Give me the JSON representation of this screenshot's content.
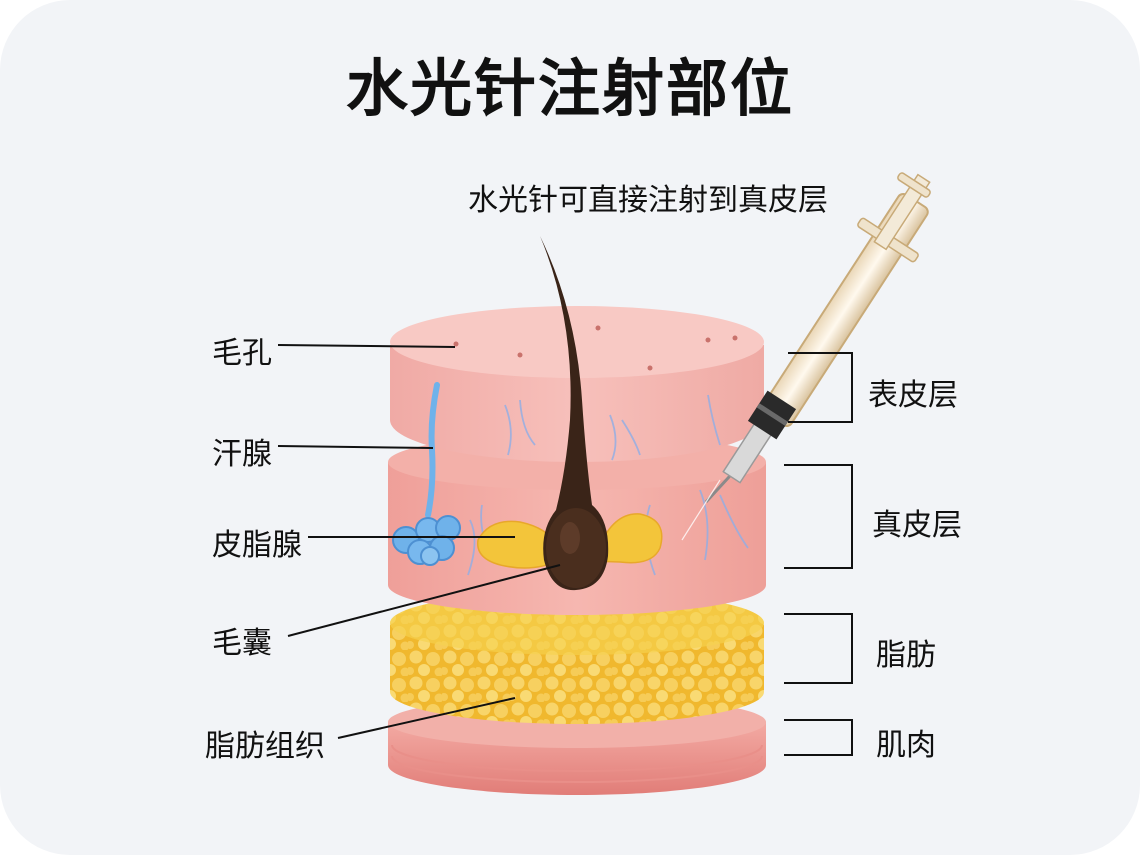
{
  "title": "水光针注射部位",
  "caption": "水光针可直接注射到真皮层",
  "left_labels": {
    "pore": "毛孔",
    "sweat_gland": "汗腺",
    "sebaceous_gland": "皮脂腺",
    "hair_follicle": "毛囊",
    "adipose_tissue": "脂肪组织"
  },
  "right_labels": {
    "epidermis": "表皮层",
    "dermis": "真皮层",
    "fat": "脂肪",
    "muscle": "肌肉"
  },
  "colors": {
    "background": "#f2f4f7",
    "epidermis": "#f4b8b4",
    "dermis": "#f2a9a2",
    "fat": "#f2c23a",
    "muscle": "#e9908a",
    "hair": "#3a2418",
    "sweat_gland": "#6fb2ea"
  }
}
